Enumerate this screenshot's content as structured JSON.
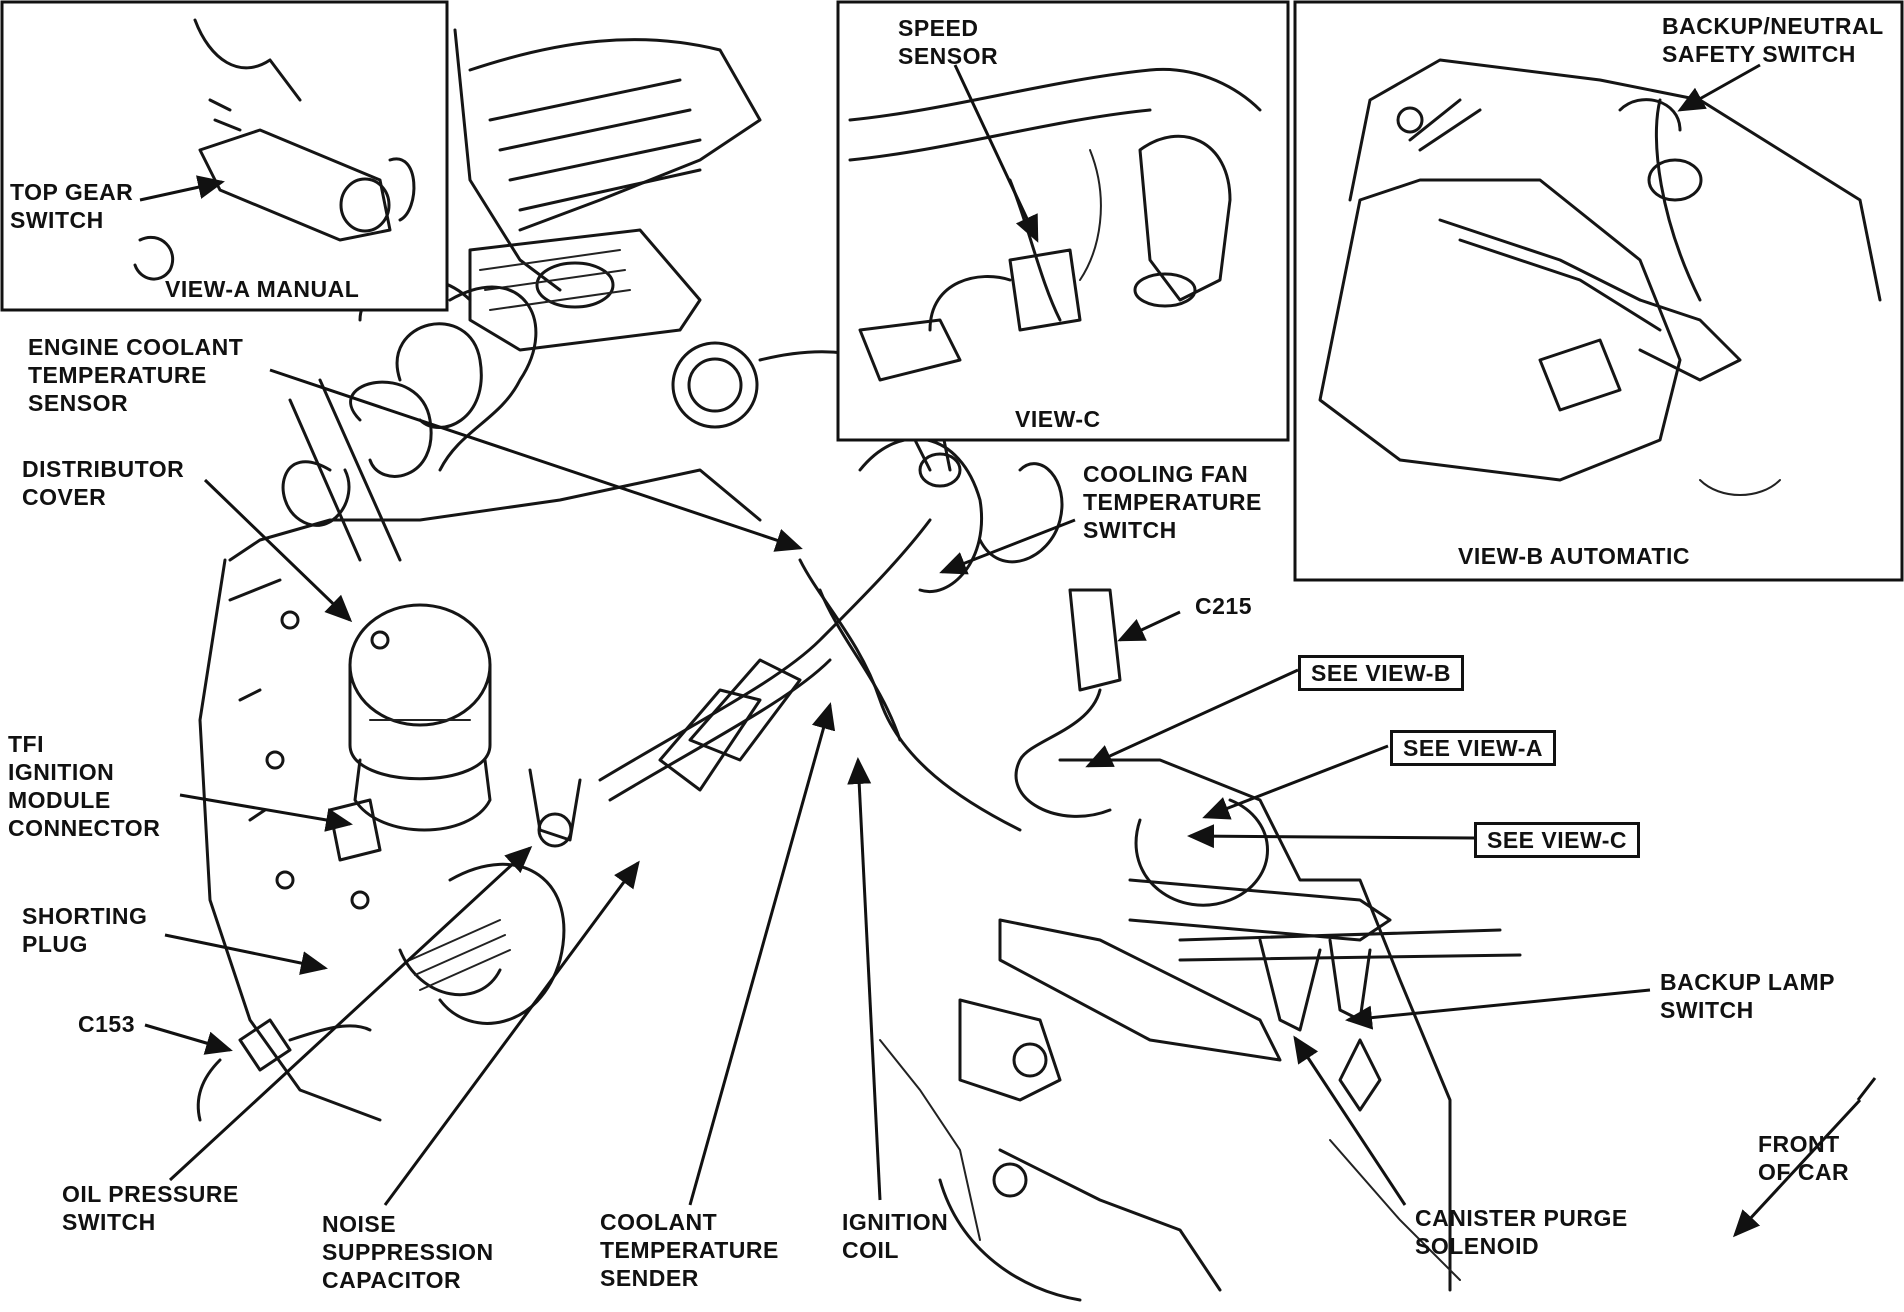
{
  "labels": {
    "top_gear_switch": [
      "TOP GEAR",
      "SWITCH"
    ],
    "view_a_manual": "VIEW-A MANUAL",
    "speed_sensor": [
      "SPEED",
      "SENSOR"
    ],
    "view_c": "VIEW-C",
    "backup_neutral_safety_switch": [
      "BACKUP/NEUTRAL",
      "SAFETY SWITCH"
    ],
    "view_b_automatic": "VIEW-B AUTOMATIC",
    "engine_coolant_temperature_sensor": [
      "ENGINE COOLANT",
      "TEMPERATURE",
      "SENSOR"
    ],
    "distributor_cover": [
      "DISTRIBUTOR",
      "COVER"
    ],
    "cooling_fan_temperature_switch": [
      "COOLING FAN",
      "TEMPERATURE",
      "SWITCH"
    ],
    "c215": "C215",
    "see_view_b": "SEE VIEW-B",
    "see_view_a": "SEE VIEW-A",
    "see_view_c": "SEE VIEW-C",
    "tfi_ignition_module_connector": [
      "TFI",
      "IGNITION",
      "MODULE",
      "CONNECTOR"
    ],
    "shorting_plug": [
      "SHORTING",
      "PLUG"
    ],
    "c153": "C153",
    "backup_lamp_switch": [
      "BACKUP LAMP",
      "SWITCH"
    ],
    "front_of_car": [
      "FRONT",
      "OF CAR"
    ],
    "oil_pressure_switch": [
      "OIL PRESSURE",
      "SWITCH"
    ],
    "noise_suppression_capacitor": [
      "NOISE",
      "SUPPRESSION",
      "CAPACITOR"
    ],
    "coolant_temperature_sender": [
      "COOLANT",
      "TEMPERATURE",
      "SENDER"
    ],
    "ignition_coil": [
      "IGNITION",
      "COIL"
    ],
    "canister_purge_solenoid": [
      "CANISTER PURGE",
      "SOLENOID"
    ]
  }
}
